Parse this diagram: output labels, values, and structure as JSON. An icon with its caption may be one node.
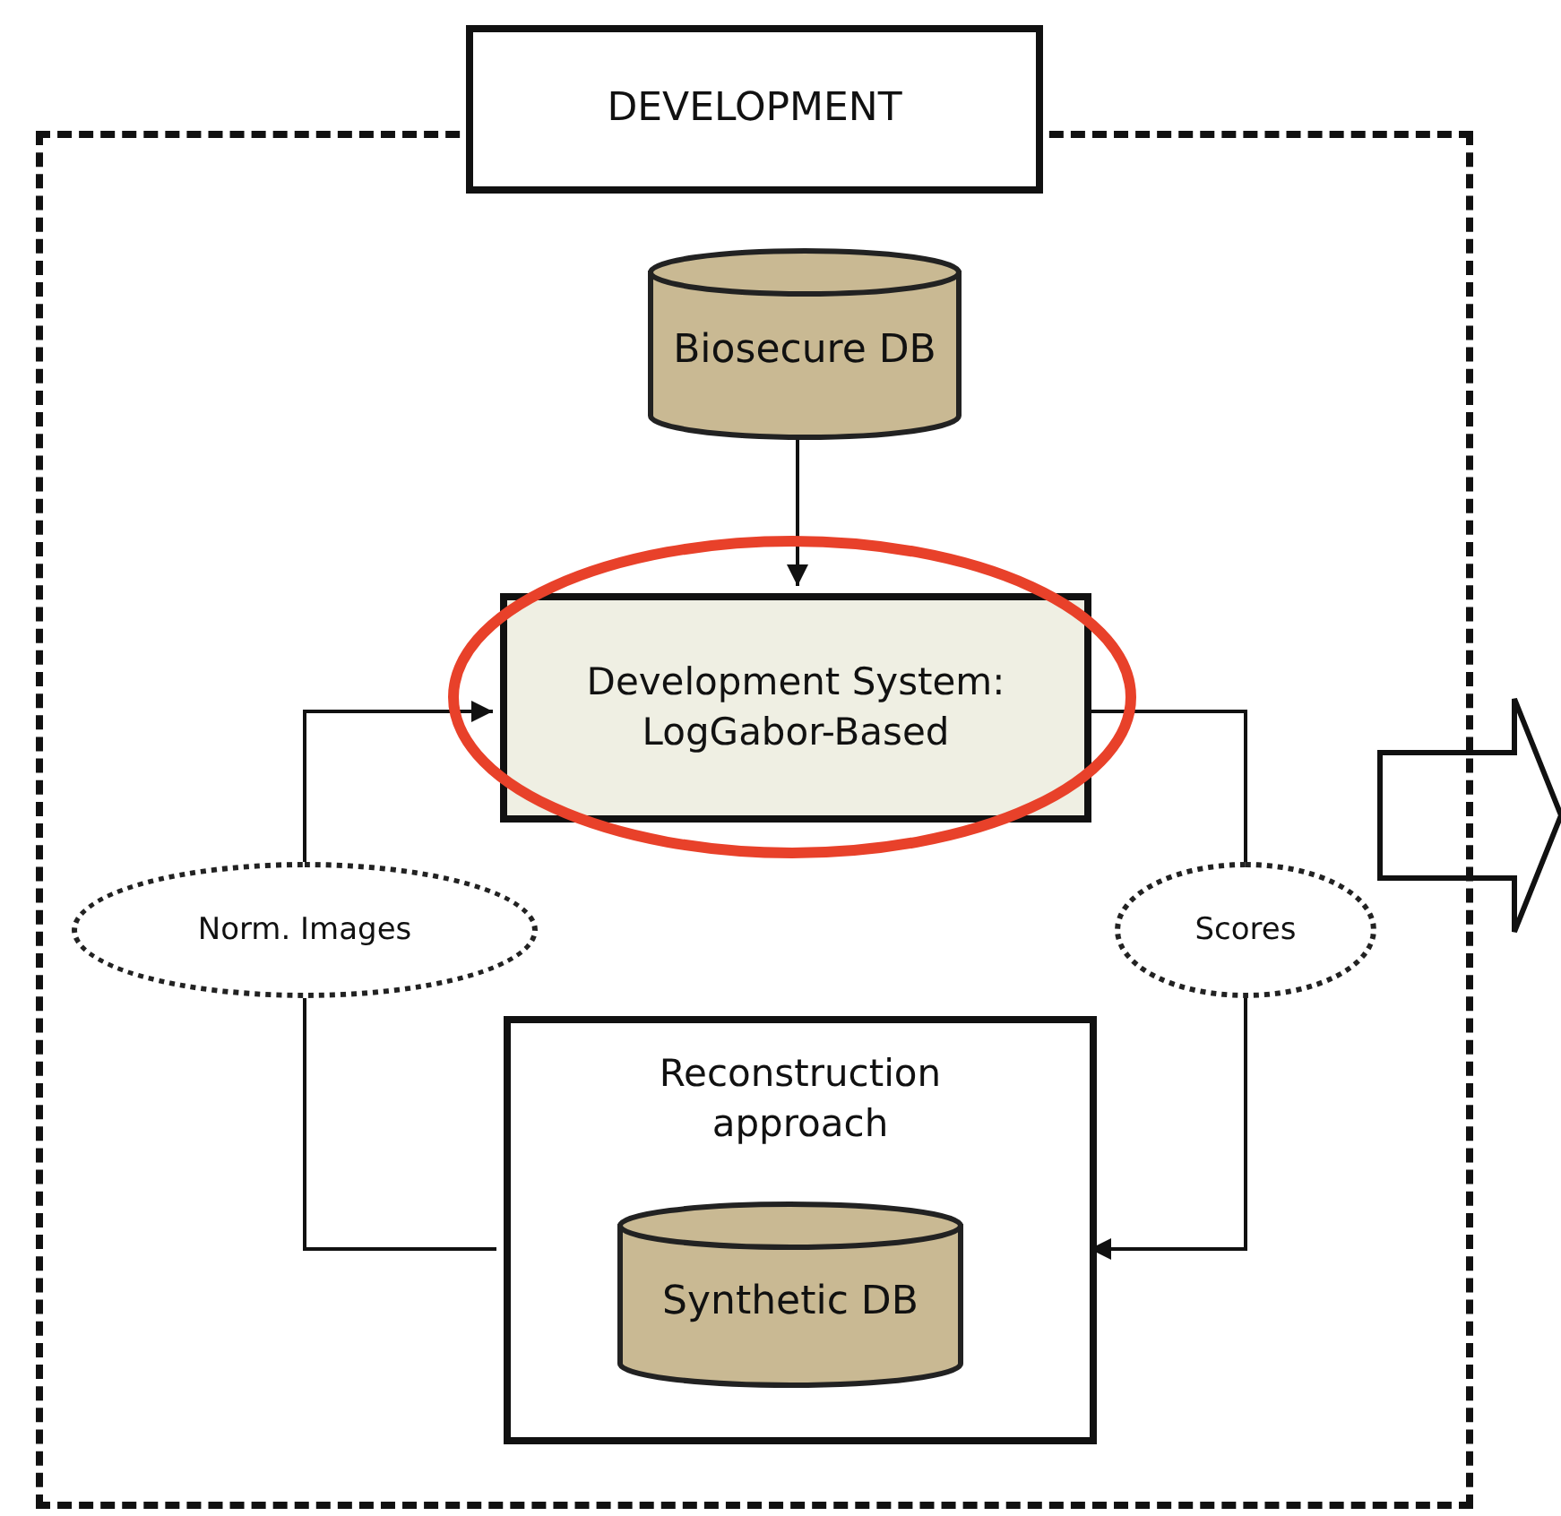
{
  "diagram": {
    "nodes": [
      {
        "text": [
          "DEVELOPMENT"
        ]
      },
      {
        "text": [
          "Biosecure DB"
        ],
        "in": 0
      },
      {
        "text": [
          "Development System: LogGabor-Based"
        ],
        "in": 0
      },
      {
        "text": [
          "Reconstruction approach"
        ],
        "in": 0
      },
      {
        "text": [
          "Synthetic DB"
        ],
        "in": 3
      }
    ],
    "edges": [
      {
        "from": 1,
        "to": 2,
        "arrow": "to"
      },
      {
        "from": 3,
        "to": 2,
        "arrow": "to",
        "label": "Norm. Images"
      },
      {
        "from": 2,
        "to": 3,
        "arrow": "to",
        "label": "Scores"
      },
      {
        "from": 0,
        "to": null,
        "arrow": "to",
        "style": "thick"
      }
    ]
  }
}
